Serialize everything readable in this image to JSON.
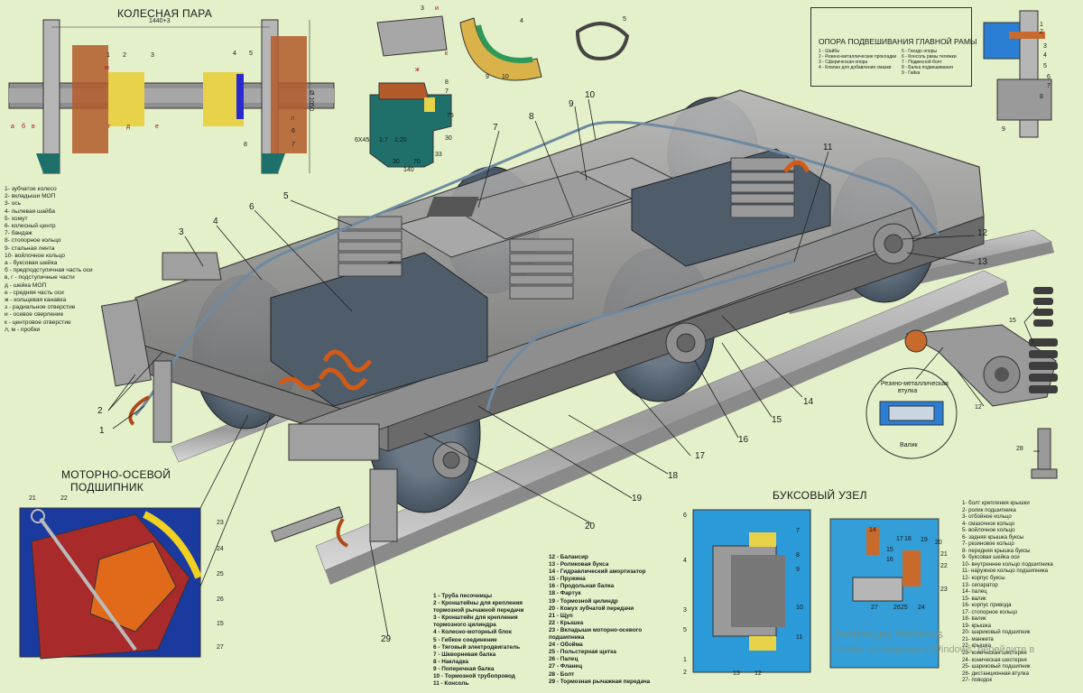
{
  "titles": {
    "wheelset": "КОЛЕСНАЯ ПАРА",
    "suspension": "ОПОРА ПОДВЕШИВАНИЯ ГЛАВНОЙ РАМЫ",
    "motor_bearing_l1": "МОТОРНО-ОСЕВОЙ",
    "motor_bearing_l2": "ПОДШИПНИК",
    "axlebox": "БУКСОВЫЙ УЗЕЛ",
    "bushing_l1": "Резино-металлическая",
    "bushing_l2": "втулка",
    "roller": "Валик"
  },
  "dims": {
    "gauge": "1440+3",
    "diameter": "Ø 1050",
    "d140": "140",
    "d30": "30",
    "d70": "70",
    "d33": "33",
    "d75": "75",
    "d30b": "30",
    "d6x45": "6X45",
    "r17": "1:7",
    "r120": "1:20"
  },
  "wheelset_labels": [
    "1",
    "2",
    "3",
    "4",
    "5",
    "6",
    "7",
    "8",
    "а",
    "б",
    "в",
    "г",
    "д",
    "е",
    "л",
    "м"
  ],
  "wheelset_legend": [
    "1- зубчатое колесо",
    "2- вкладыши МОП",
    "3- ось",
    "4- пылевая шайба",
    "5- хомут",
    "6- колесный центр",
    "7- бандаж",
    "8- стопорное кольцо",
    "9- стальная лента",
    "10- войлочное кольцо",
    "а - буксовая шейка",
    "б - предподступичная часть оси",
    "в, г - подступичные части",
    "д - шейка МОП",
    "е - средняя часть оси",
    "ж - кольцевая канавка",
    "з - радиальное отверстие",
    "и - осевое сверление",
    "к - центровое отверстие",
    "л, м - пробки"
  ],
  "insert_labels": [
    "3",
    "и",
    "ж",
    "к",
    "4",
    "9",
    "10",
    "5",
    "8",
    "7"
  ],
  "suspension_labels": [
    "1",
    "2",
    "3",
    "4",
    "5",
    "6",
    "7",
    "8",
    "9"
  ],
  "suspension_legend_left": [
    "1 - Шайба",
    "2 - Резино-металлические прокладки",
    "3 - Сферическая опора",
    "4 - Клапан для добавления смазки"
  ],
  "suspension_legend_right": [
    "5 - Гнездо опоры",
    "6 - Консоль рамы тележки",
    "7 - Подвесной болт",
    "8 - Балка подвешивания",
    "9 - Гайка"
  ],
  "bogie_labels": [
    "1",
    "2",
    "3",
    "4",
    "5",
    "6",
    "7",
    "8",
    "9",
    "10",
    "11",
    "12",
    "13",
    "14",
    "15",
    "16",
    "17",
    "18",
    "19",
    "20",
    "29"
  ],
  "motor_bearing_labels": [
    "21",
    "22",
    "23",
    "24",
    "25",
    "26",
    "15",
    "27"
  ],
  "right_labels": [
    "15",
    "12",
    "28"
  ],
  "bogie_legend_a": [
    "1 - Труба песочницы",
    "2 - Кронштейны для крепления тормозной рычажной передачи",
    "3 - Кронштейн для крепления тормозного цилиндра",
    "4 - Колесно-моторный блок",
    "5 - Гибкое соединение",
    "6 - Тяговый электродвигатель",
    "7 - Шкворневая балка",
    "8 - Накладка",
    "9 - Поперечная балка",
    "10 - Тормозной трубопровод",
    "11 - Консоль"
  ],
  "bogie_legend_b": [
    "12 - Балансир",
    "13 - Роликовая букса",
    "14 - Гидравлический амортизатор",
    "15 - Пружина",
    "16 - Продольная балка",
    "18 - Фартук",
    "19 - Тормозной цилиндр",
    "20 - Кожух зубчатой передачи",
    "21 - Щуп",
    "22 - Крышка",
    "23 - Вкладыши моторно-осевого подшипника",
    "24 - Обойма",
    "25 - Польстерная щетка",
    "26 - Палец",
    "27 - Фланец",
    "28 - Болт",
    "29 - Тормозная рычажная передача"
  ],
  "axlebox_labels": [
    "6",
    "7",
    "4",
    "8",
    "9",
    "3",
    "5",
    "10",
    "1",
    "2",
    "11",
    "13",
    "12",
    "14",
    "15",
    "16",
    "17",
    "18",
    "19",
    "20",
    "21",
    "22",
    "23",
    "24",
    "25",
    "26",
    "27"
  ],
  "axlebox_legend": [
    "1- болт крепления крышки",
    "2- ролик подшипника",
    "3- отбойное кольцо",
    "4- смазочное кольцо",
    "5- войлочное кольцо",
    "6- задняя крышка буксы",
    "7- резиновое кольцо",
    "8- передняя крышка буксы",
    "9- буксовая шейка оси",
    "10- внутреннее кольцо подшипника",
    "11- наружное кольцо подшипника",
    "12- корпус буксы",
    "13- сепаратор",
    "14- палец",
    "15- валик",
    "16- корпус привода",
    "17- стопорное кольцо",
    "18- валик",
    "19- крышка",
    "20- шариковый подшипник",
    "21- манжета",
    "22- крышка",
    "23- коническая шестерня",
    "24- коническая шестерня",
    "25- шариковый подшипник",
    "26- дистанционная втулка",
    "27- поводок"
  ],
  "watermark": {
    "line1": "Активация Windows",
    "line2": "Чтобы активировать Windows, перейдите в"
  }
}
